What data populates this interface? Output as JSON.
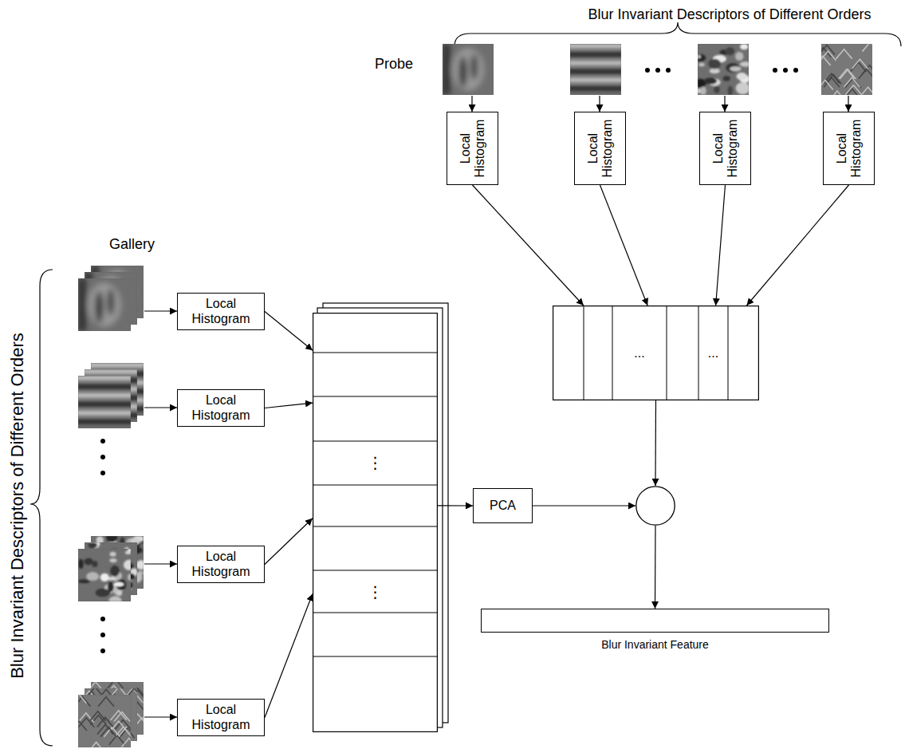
{
  "diagram": {
    "nodes": [
      {
        "text": [
          "Local Histogram"
        ]
      },
      {
        "text": [
          "Local Histogram"
        ]
      },
      {
        "text": [
          "Local Histogram"
        ]
      },
      {
        "text": [
          "Local Histogram"
        ]
      },
      {
        "text": [
          "...",
          "..."
        ]
      },
      {
        "text": [
          "Local Histogram"
        ]
      },
      {
        "text": [
          "Local Histogram"
        ]
      },
      {
        "text": [
          "Local Histogram"
        ]
      },
      {
        "text": [
          "Local Histogram"
        ]
      },
      {
        "text": [
          "⋮",
          "⋮"
        ]
      },
      {
        "text": [
          "PCA"
        ]
      },
      {
        "text": []
      },
      {
        "text": [
          "Blur Invariant Feature"
        ]
      }
    ],
    "edges": [
      {
        "from": 0,
        "to": 4,
        "arrow": "to"
      },
      {
        "from": 1,
        "to": 4,
        "arrow": "to"
      },
      {
        "from": 2,
        "to": 4,
        "arrow": "to"
      },
      {
        "from": 3,
        "to": 4,
        "arrow": "to"
      },
      {
        "from": 5,
        "to": 9,
        "arrow": "to"
      },
      {
        "from": 6,
        "to": 9,
        "arrow": "to"
      },
      {
        "from": 7,
        "to": 9,
        "arrow": "to"
      },
      {
        "from": 8,
        "to": 9,
        "arrow": "to"
      },
      {
        "from": 9,
        "to": 10,
        "arrow": "to"
      },
      {
        "from": 4,
        "to": 11,
        "arrow": "to"
      },
      {
        "from": 10,
        "to": 11,
        "arrow": "to"
      },
      {
        "from": 11,
        "to": 12,
        "arrow": "to"
      }
    ],
    "labels": [
      "Blur Invariant Descriptors of Different Orders",
      "Probe",
      "Gallery",
      "Blur Invariant Descriptors of Different Orders"
    ]
  }
}
